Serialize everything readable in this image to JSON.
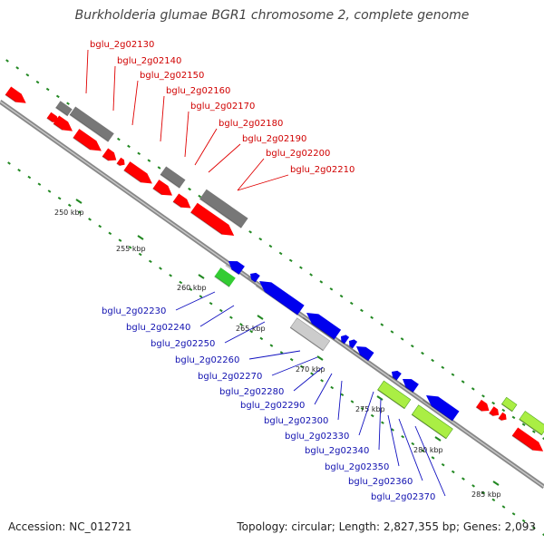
{
  "title": "Burkholderia glumae BGR1 chromosome 2, complete genome",
  "footer": {
    "accession": "Accession: NC_012721",
    "topology": "Topology: circular; Length: 2,827,355 bp; Genes: 2,093"
  },
  "colors": {
    "forward_gene": "#ff0000",
    "reverse_gene": "#0000ee",
    "gray_feature": "#777777",
    "light_gray_feature": "#cccccc",
    "green_feature": "#33cc33",
    "light_green_feature": "#aaee44",
    "backbone": "#888888",
    "tick": "#228822",
    "red_label": "#d00000",
    "blue_label": "#1010b0"
  },
  "scale_labels": [
    "250 kbp",
    "255 kbp",
    "260 kbp",
    "265 kbp",
    "270 kbp",
    "275 kbp",
    "280 kbp",
    "285 kbp"
  ],
  "red_labels": [
    "bglu_2g02130",
    "bglu_2g02140",
    "bglu_2g02150",
    "bglu_2g02160",
    "bglu_2g02170",
    "bglu_2g02180",
    "bglu_2g02190",
    "bglu_2g02200",
    "bglu_2g02210"
  ],
  "blue_labels": [
    "bglu_2g02230",
    "bglu_2g02240",
    "bglu_2g02250",
    "bglu_2g02260",
    "bglu_2g02270",
    "bglu_2g02280",
    "bglu_2g02290",
    "bglu_2g02300",
    "bglu_2g02330",
    "bglu_2g02340",
    "bglu_2g02350",
    "bglu_2g02360",
    "bglu_2g02370"
  ]
}
